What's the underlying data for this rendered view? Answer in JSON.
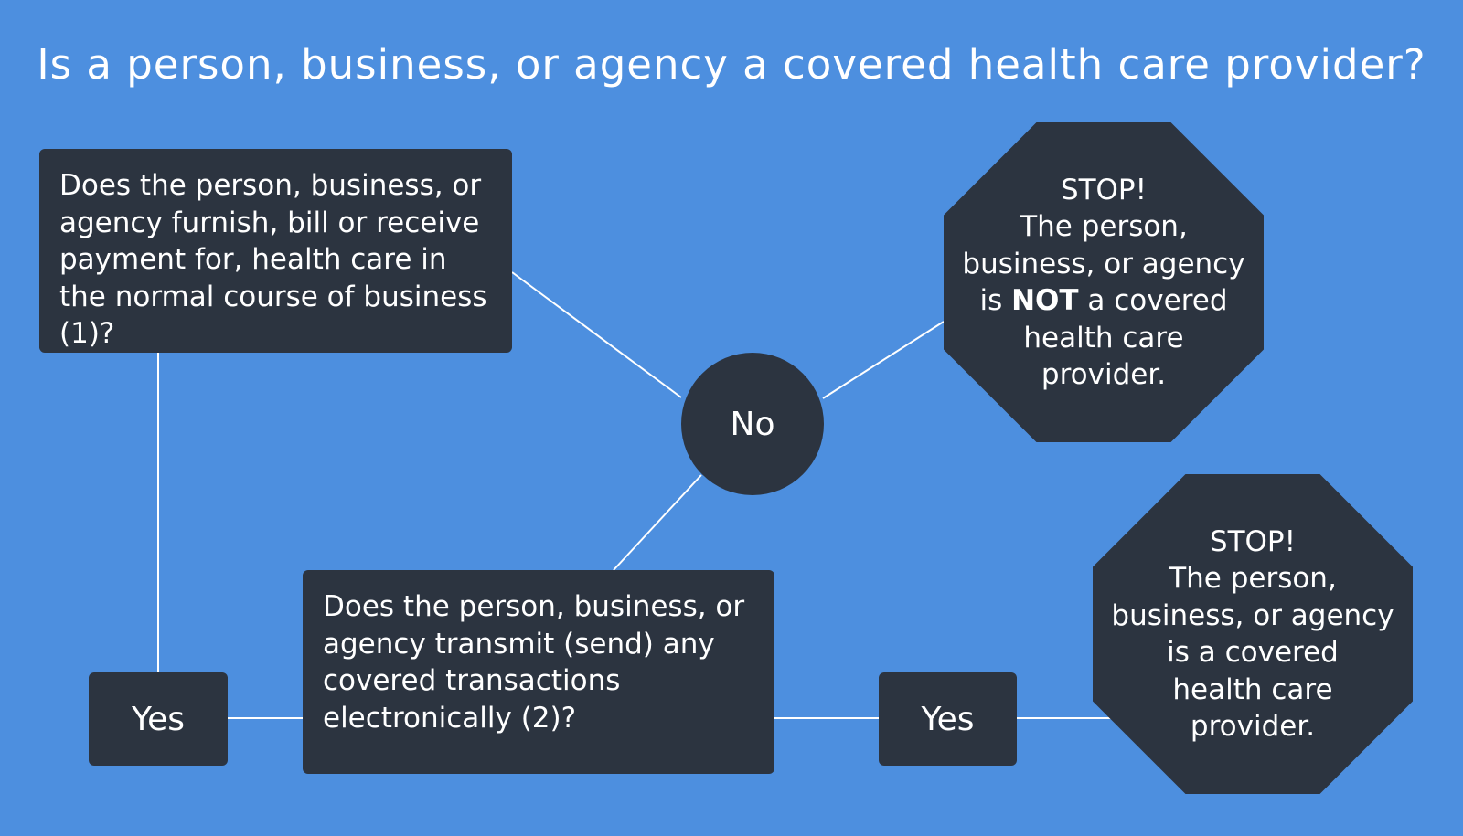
{
  "title": "Is a person, business, or agency a covered health care provider?",
  "question1": "Does the person, business, or agency furnish, bill or receive payment for, health care in the normal course of business (1)?",
  "question2": "Does the person, business, or agency transmit (send) any covered transactions electronically (2)?",
  "no_label": "No",
  "yes1_label": "Yes",
  "yes2_label": "Yes",
  "stop_not_covered": {
    "heading": "STOP!",
    "line1": "The person,",
    "line2": "business, or agency",
    "line3_pre": "is ",
    "line3_bold": "NOT",
    "line3_post": " a covered",
    "line4": "health care",
    "line5": "provider."
  },
  "stop_covered": {
    "heading": "STOP!",
    "line1": "The person,",
    "line2": "business, or agency",
    "line3": "is a covered",
    "line4": "health care",
    "line5": "provider."
  },
  "colors": {
    "background": "#4d8fdf",
    "node_fill": "#2c3440",
    "text": "#ffffff",
    "connector": "#ffffff"
  }
}
